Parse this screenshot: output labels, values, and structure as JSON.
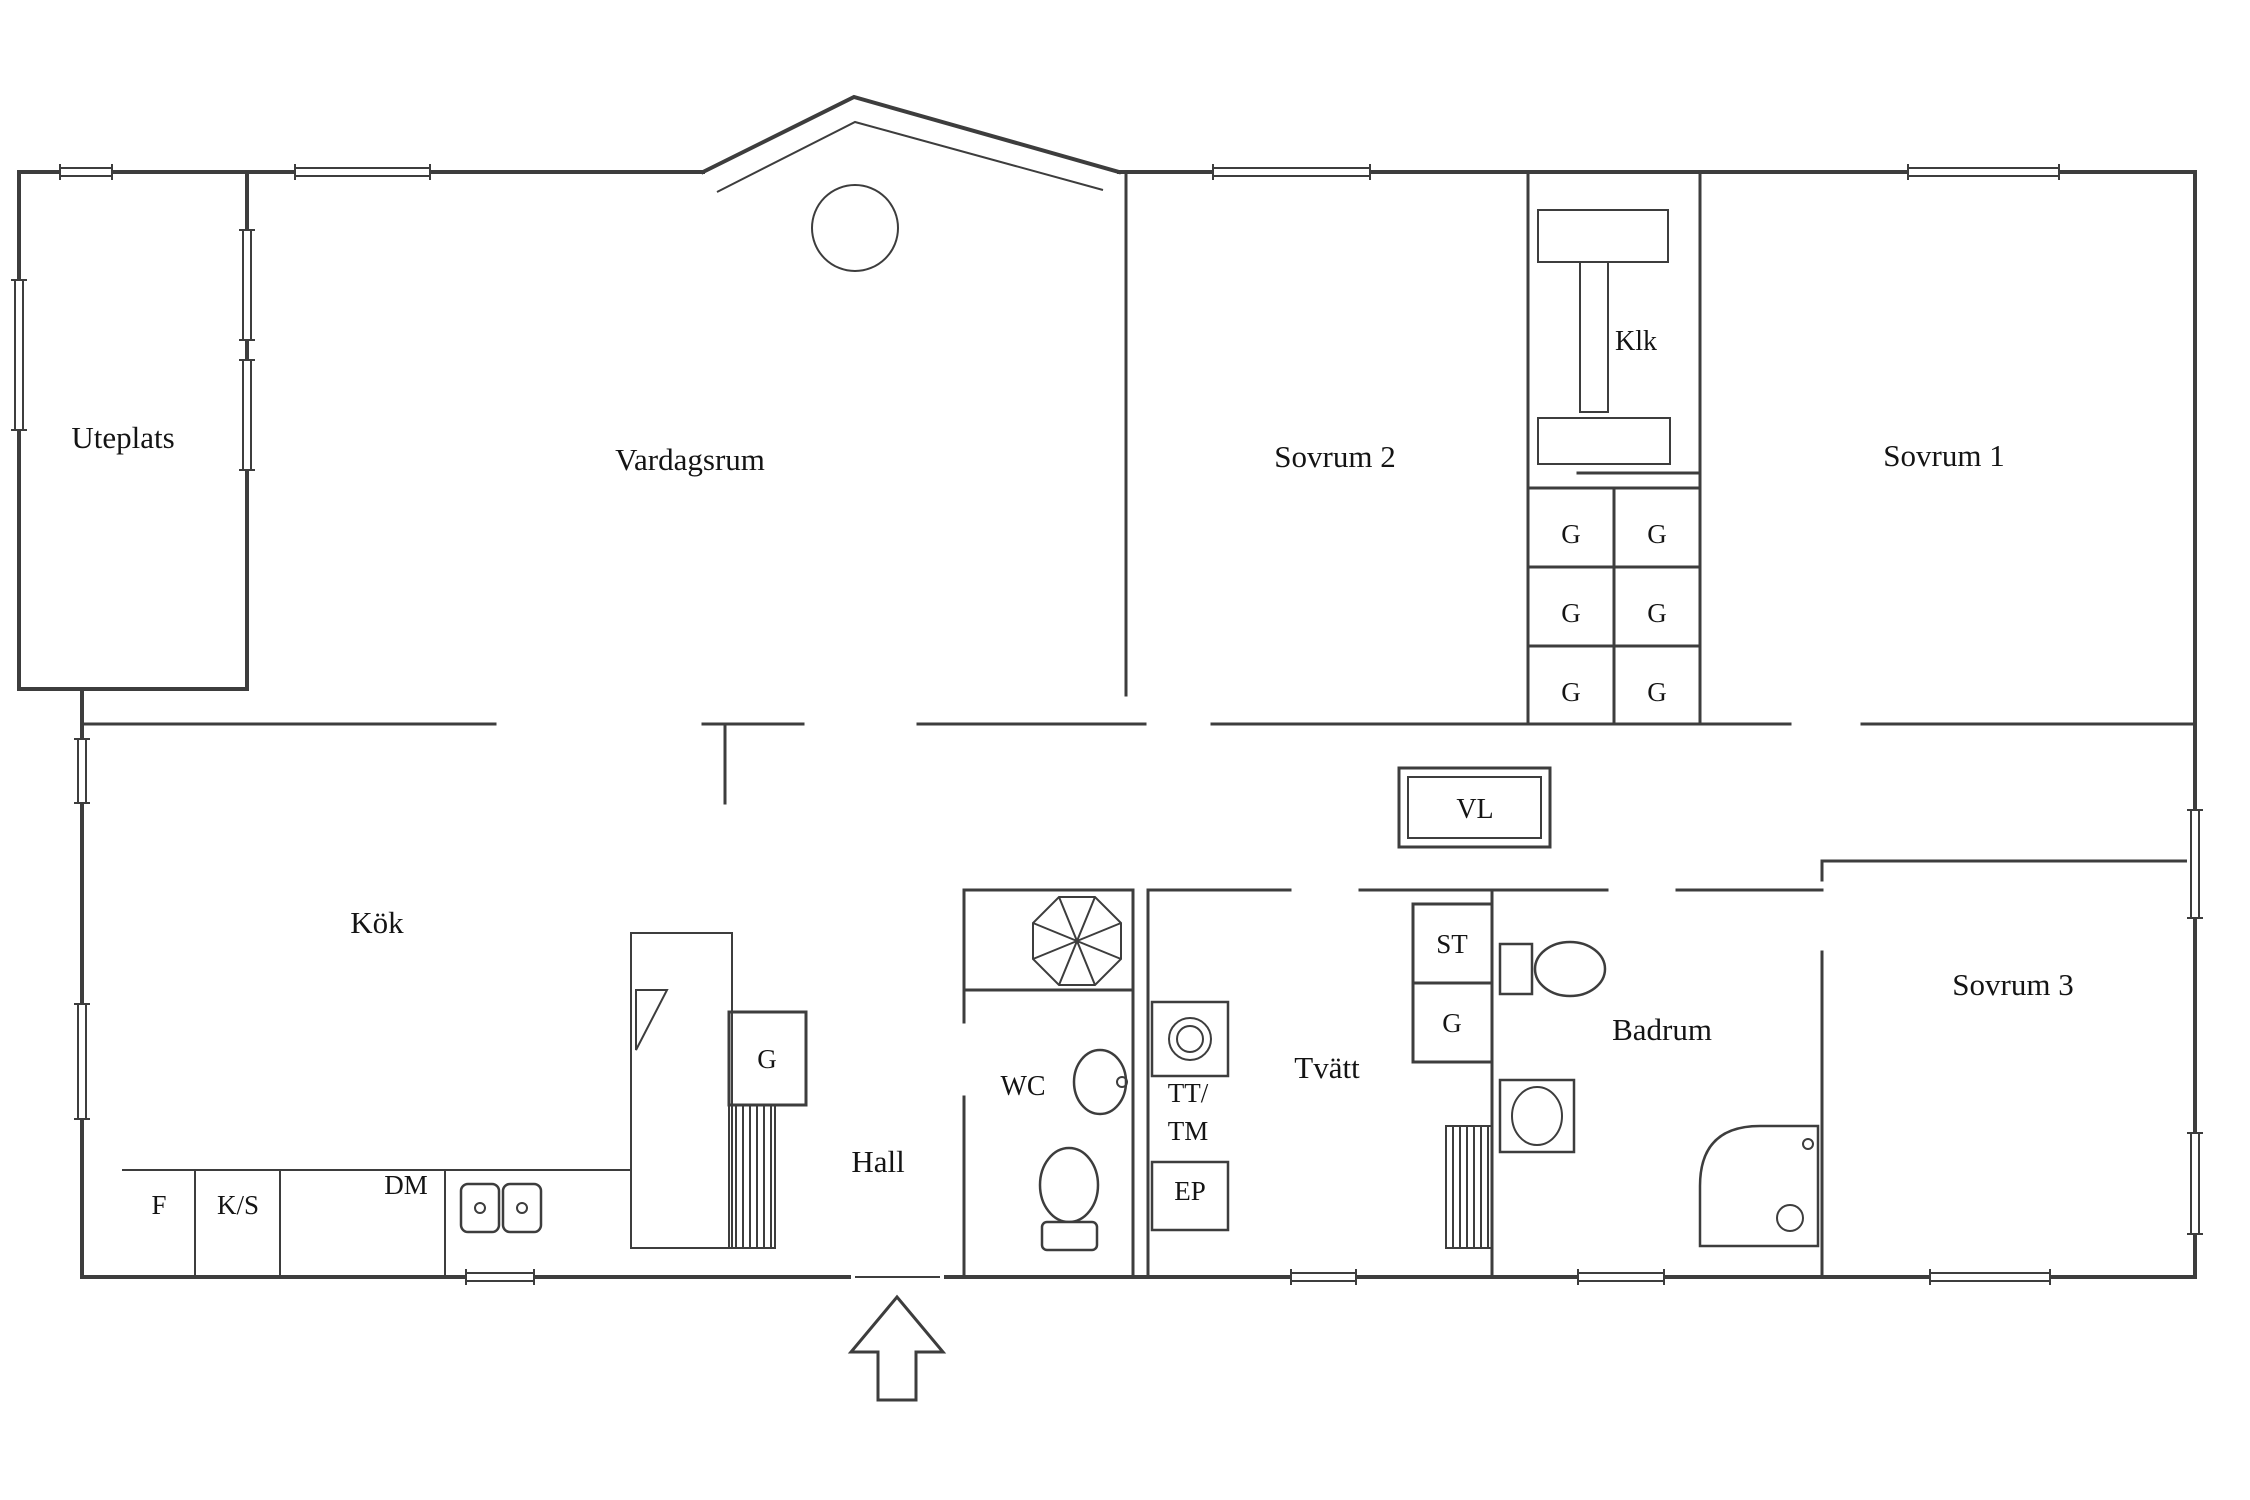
{
  "plan": {
    "background": "#ffffff",
    "wall_color": "#3d3d3d",
    "text_color": "#141414",
    "rooms": {
      "uteplats": "Uteplats",
      "vardagsrum": "Vardagsrum",
      "sovrum2": "Sovrum 2",
      "klk": "Klk",
      "sovrum1": "Sovrum 1",
      "kok": "Kök",
      "hall": "Hall",
      "wc": "WC",
      "tvatt": "Tvätt",
      "badrum": "Badrum",
      "sovrum3": "Sovrum 3"
    },
    "closets": {
      "g": "G",
      "st": "ST"
    },
    "fixtures": {
      "vl": "VL",
      "tt": "TT/",
      "tm": "TM",
      "ep": "EP",
      "f": "F",
      "ks": "K/S",
      "dm": "DM"
    },
    "wardrobes": [
      "G",
      "G",
      "G",
      "G",
      "G",
      "G"
    ]
  }
}
